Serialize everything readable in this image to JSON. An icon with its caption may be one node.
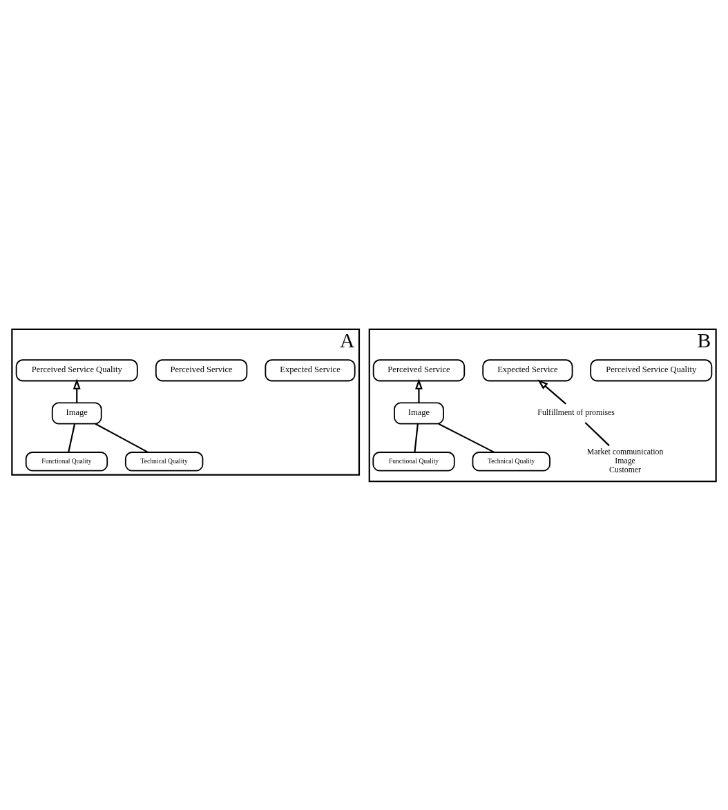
{
  "diagram": {
    "nodes": [
      {
        "text": [
          "A"
        ]
      },
      {
        "text": [
          "Expected Service"
        ],
        "in": 0
      },
      {
        "text": [
          "Perceived Service Quality"
        ],
        "in": 0
      },
      {
        "text": [
          "Perceived Service"
        ],
        "in": 0
      },
      {
        "text": [
          "Image"
        ],
        "in": 0
      },
      {
        "text": [
          "Technical Quality"
        ],
        "in": 0
      },
      {
        "text": [
          "Functional Quality"
        ],
        "in": 0
      },
      {
        "text": [
          "B"
        ]
      },
      {
        "text": [
          "Expected Service"
        ],
        "in": 7
      },
      {
        "text": [
          "Perceived Service Quality"
        ],
        "in": 7
      },
      {
        "text": [
          "Perceived Service"
        ],
        "in": 7
      },
      {
        "text": [
          "Fulfillment of promises"
        ],
        "in": 7
      },
      {
        "text": [
          "Market communication",
          "Image",
          "Customer"
        ],
        "in": 7
      },
      {
        "text": [
          "Image"
        ],
        "in": 7
      },
      {
        "text": [
          "Technical Quality"
        ],
        "in": 7
      },
      {
        "text": [
          "Functional Quality"
        ],
        "in": 7
      }
    ],
    "edges": [
      {
        "from": 4,
        "to": 2,
        "arrow": "to"
      },
      {
        "from": 5,
        "to": 4,
        "arrow": "none"
      },
      {
        "from": 6,
        "to": 4,
        "arrow": "none"
      },
      {
        "from": 12,
        "to": 11,
        "arrow": "none"
      },
      {
        "from": 11,
        "to": 8,
        "arrow": "to"
      },
      {
        "from": 13,
        "to": 10,
        "arrow": "to"
      },
      {
        "from": 14,
        "to": 13,
        "arrow": "none"
      },
      {
        "from": 15,
        "to": 13,
        "arrow": "none"
      }
    ]
  }
}
